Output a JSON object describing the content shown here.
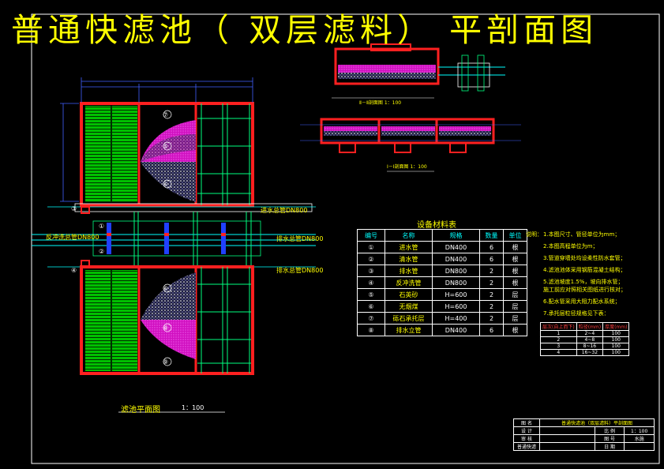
{
  "title": "普通快滤池（ 双层滤料） 平剖面图",
  "plan": {
    "title": "滤池平面图",
    "scale": "1：100",
    "pipe_labels": {
      "inlet_main": "进水总管DN800",
      "backwash_main": "反冲洗总管DN800",
      "drain_main": "排水总管DN800",
      "clear_main": "排水总管DN800"
    },
    "callouts": [
      "①",
      "②",
      "③",
      "④",
      "⑤",
      "⑥",
      "⑦",
      "⑧",
      "⑨"
    ]
  },
  "sections": {
    "section_a": "Ⅱ－Ⅱ剖面图 1：100",
    "section_b": "Ⅰ－Ⅰ剖面图 1：100"
  },
  "equipment": {
    "title": "设备材料表",
    "headers": [
      "编号",
      "名称",
      "规格",
      "数量",
      "单位"
    ],
    "rows": [
      [
        "①",
        "进水管",
        "DN400",
        "6",
        "根"
      ],
      [
        "②",
        "清水管",
        "DN400",
        "6",
        "根"
      ],
      [
        "③",
        "排水管",
        "DN800",
        "2",
        "根"
      ],
      [
        "④",
        "反冲洗管",
        "DN800",
        "2",
        "根"
      ],
      [
        "⑤",
        "石英砂",
        "H=600",
        "2",
        "层"
      ],
      [
        "⑥",
        "无烟煤",
        "H=600",
        "2",
        "层"
      ],
      [
        "⑦",
        "砾石承托层",
        "H=400",
        "2",
        "层"
      ],
      [
        "⑧",
        "排水立管",
        "DN400",
        "6",
        "根"
      ]
    ]
  },
  "notes": {
    "lead": "说明：",
    "items": [
      "1.本图尺寸、管径单位为mm；",
      "2.本图高程单位为m；",
      "3.管道穿墙处均设柔性防水套管；",
      "4.滤池池体采用钢筋混凝土结构；",
      "5.滤池坡度1.5%，坡向排水管；",
      "   施工前应对照相关图纸进行核对；",
      "6.配水管采用大阻力配水系统；",
      "7.承托层粒径规格见下表："
    ]
  },
  "gravel": {
    "headers": [
      "层次(自上而下)",
      "粒径(mm)",
      "厚度(mm)"
    ],
    "rows": [
      [
        "1",
        "2~4",
        "100"
      ],
      [
        "2",
        "4~8",
        "100"
      ],
      [
        "3",
        "8~16",
        "100"
      ],
      [
        "4",
        "16~32",
        "100"
      ]
    ]
  },
  "title_block": {
    "rows": [
      [
        "图 名",
        "普通快滤池（双层滤料）平剖面图",
        "",
        ""
      ],
      [
        "设 计",
        "",
        "比 例",
        "1：100"
      ],
      [
        "审 核",
        "",
        "图 号",
        "水施"
      ],
      [
        "普通快滤",
        "",
        "日 期",
        ""
      ]
    ]
  }
}
